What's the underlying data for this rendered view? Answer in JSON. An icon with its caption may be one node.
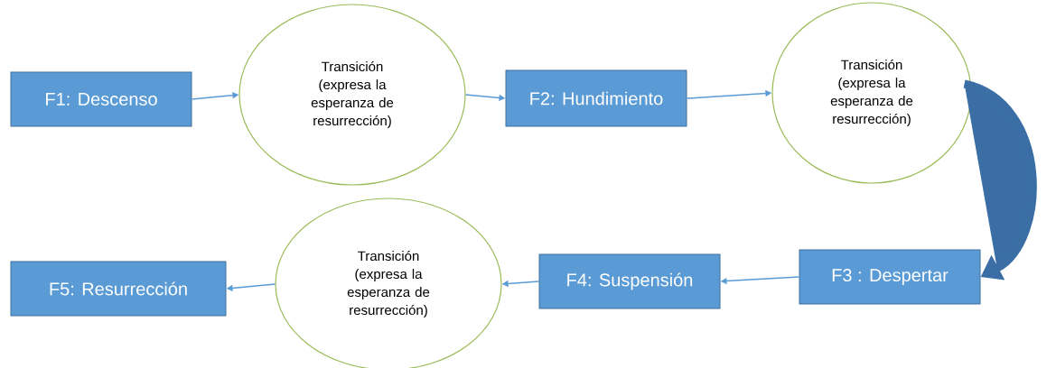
{
  "diagram": {
    "nodes": [
      {
        "text": [
          "F1: Descenso"
        ]
      },
      {
        "text": [
          "Transición (expresa la esperanza de resurrección)"
        ]
      },
      {
        "text": [
          "F2: Hundimiento"
        ]
      },
      {
        "text": [
          "Transición (expresa la esperanza de resurrección)"
        ]
      },
      {
        "text": [
          "F3 : Despertar"
        ]
      },
      {
        "text": [
          "F4: Suspensión"
        ]
      },
      {
        "text": [
          "Transición (expresa la esperanza de resurrección)"
        ]
      },
      {
        "text": [
          "F5: Resurrección"
        ]
      }
    ],
    "edges": [
      {
        "from": 0,
        "to": 1,
        "arrow": "to"
      },
      {
        "from": 1,
        "to": 2,
        "arrow": "to"
      },
      {
        "from": 2,
        "to": 3,
        "arrow": "to"
      },
      {
        "from": 3,
        "to": 4,
        "arrow": "to",
        "style": "thick",
        "color": "#3a6ea5"
      },
      {
        "from": 4,
        "to": 5,
        "arrow": "to"
      },
      {
        "from": 5,
        "to": 6,
        "arrow": "to"
      },
      {
        "from": 6,
        "to": 7,
        "arrow": "to"
      }
    ]
  }
}
